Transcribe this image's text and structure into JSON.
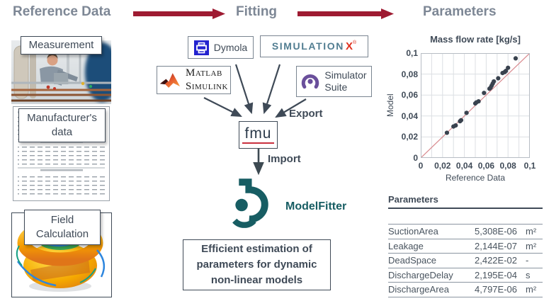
{
  "header": {
    "reference": "Reference Data",
    "fitting": "Fitting",
    "parameters": "Parameters",
    "arrow_color": "#9e1b32",
    "title_color": "#7d8795"
  },
  "reference_column": {
    "measurement_label": "Measurement",
    "manufacturer_label_line1": "Manufacturer's",
    "manufacturer_label_line2": "data",
    "field_label_line1": "Field",
    "field_label_line2": "Calculation"
  },
  "fitting_column": {
    "tool_dymola": "Dymola",
    "tool_simulationx_text": "SIMULATION",
    "tool_simulationx_x": "X",
    "tool_simulationx_reg": "®",
    "tool_matlab_line1": "Matlab",
    "tool_matlab_line2": "Simulink",
    "tool_simulator_line1": "Simulator",
    "tool_simulator_line2": "Suite",
    "export_label": "Export",
    "fmu_label": "fmu",
    "import_label": "Import",
    "modelfitter_label": "ModelFitter",
    "summary_lines": {
      "0": "Efficient estimation of",
      "1": "parameters for dynamic",
      "2": "non-linear models"
    },
    "accent_teal": "#175d63"
  },
  "icons": {
    "dymola": "blue-square-printer-icon",
    "matlab": "matlab-membrane-logo",
    "simulator_suite": "purple-shutter-icon",
    "modelfitter": "teal-abstract-b-logo",
    "header_arrows": "thick-right-arrow"
  },
  "chart_data": {
    "type": "scatter",
    "title": "Mass flow rate [kg/s]",
    "xlabel": "Reference Data",
    "ylabel": "Model",
    "xlim": [
      0,
      0.1
    ],
    "ylim": [
      0,
      0.1
    ],
    "grid": true,
    "x_grid_step": 0.01,
    "y_grid_step": 0.02,
    "x_tick_step": 0.02,
    "y_tick_step": 0.02,
    "x_ticks": [
      "0",
      "0,02",
      "0,04",
      "0,06",
      "0,08",
      "0,1"
    ],
    "y_ticks": [
      "0",
      "0,02",
      "0,04",
      "0,06",
      "0,08",
      "0,1"
    ],
    "diagonal_line": {
      "from": [
        0,
        0
      ],
      "to": [
        0.1,
        0.1
      ],
      "color": "#d98b90"
    },
    "point_color": "#39424e",
    "points": [
      [
        0.024,
        0.024
      ],
      [
        0.03,
        0.03
      ],
      [
        0.032,
        0.031
      ],
      [
        0.036,
        0.035
      ],
      [
        0.037,
        0.036
      ],
      [
        0.042,
        0.043
      ],
      [
        0.05,
        0.052
      ],
      [
        0.051,
        0.053
      ],
      [
        0.053,
        0.054
      ],
      [
        0.058,
        0.062
      ],
      [
        0.063,
        0.066
      ],
      [
        0.064,
        0.067
      ],
      [
        0.065,
        0.069
      ],
      [
        0.066,
        0.071
      ],
      [
        0.067,
        0.073
      ],
      [
        0.071,
        0.076
      ],
      [
        0.075,
        0.081
      ],
      [
        0.077,
        0.082
      ],
      [
        0.078,
        0.083
      ],
      [
        0.08,
        0.086
      ],
      [
        0.087,
        0.095
      ]
    ]
  },
  "parameters_table": {
    "title": "Parameters",
    "rows": [
      {
        "name": "SuctionArea",
        "value": "5,308E-06",
        "unit": "m²"
      },
      {
        "name": "Leakage",
        "value": "2,144E-07",
        "unit": "m²"
      },
      {
        "name": "DeadSpace",
        "value": "2,422E-02",
        "unit": "-"
      },
      {
        "name": "DischargeDelay",
        "value": "2,195E-04",
        "unit": "s"
      },
      {
        "name": "DischargeArea",
        "value": "4,797E-06",
        "unit": "m²"
      }
    ]
  }
}
